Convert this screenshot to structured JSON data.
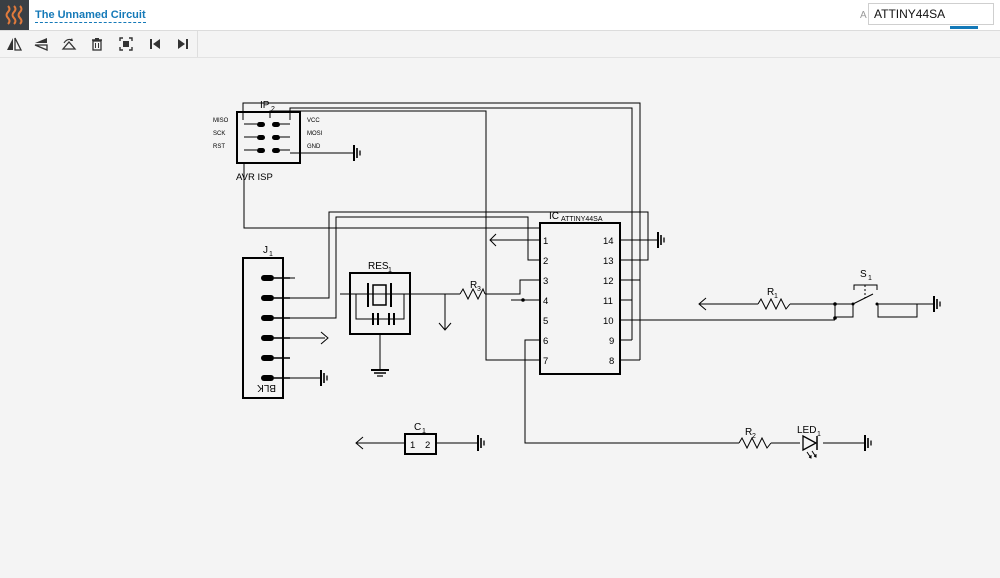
{
  "header": {
    "title": "The Unnamed Circuit",
    "search_prefix": "A",
    "search_value": "ATTINY44SA"
  },
  "toolbar": {
    "items": [
      "mirror-horizontal",
      "mirror-vertical",
      "rotate",
      "delete",
      "fit-screen",
      "skip-back",
      "skip-forward"
    ]
  },
  "schematic": {
    "isp": {
      "label": "IP",
      "sub": "2",
      "caption": "AVR ISP",
      "pins_left": [
        "MISO",
        "SCK",
        "RST"
      ],
      "pins_right": [
        "VCC",
        "MOSI",
        "GND"
      ]
    },
    "ic": {
      "label": "IC",
      "sub": "ATTINY44SA",
      "pins_left": [
        "1",
        "2",
        "3",
        "4",
        "5",
        "6",
        "7"
      ],
      "pins_right": [
        "14",
        "13",
        "12",
        "11",
        "10",
        "9",
        "8"
      ]
    },
    "j1": {
      "label": "J",
      "sub": "1",
      "caption": "BLK"
    },
    "res1": {
      "label": "RES",
      "sub": "1"
    },
    "r3": {
      "label": "R",
      "sub": "3"
    },
    "r1": {
      "label": "R",
      "sub": "1"
    },
    "r2": {
      "label": "R",
      "sub": "2"
    },
    "s1": {
      "label": "S",
      "sub": "1"
    },
    "c1": {
      "label": "C",
      "sub": "1",
      "pin1": "1",
      "pin2": "2"
    },
    "led1": {
      "label": "LED",
      "sub": "1"
    }
  }
}
